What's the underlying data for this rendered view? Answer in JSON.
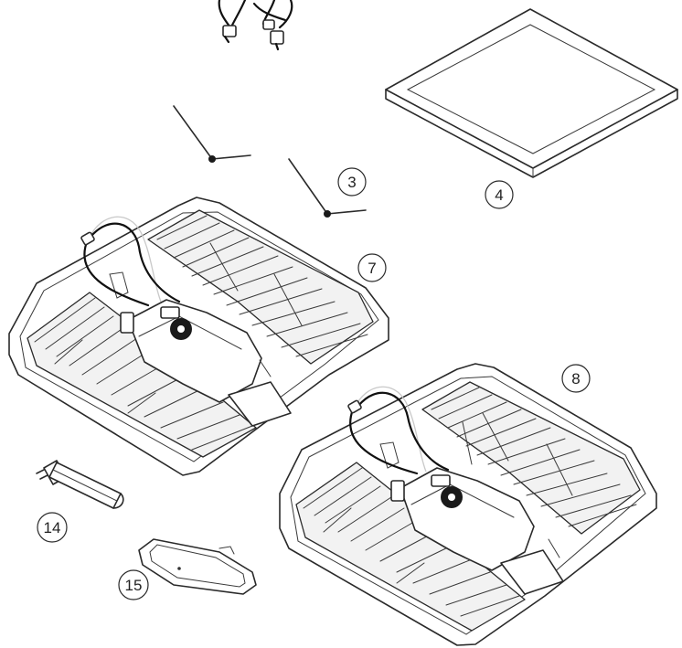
{
  "callouts": {
    "c3": "3",
    "c4": "4",
    "c7": "7",
    "c8": "8",
    "c14": "14",
    "c15": "15"
  }
}
